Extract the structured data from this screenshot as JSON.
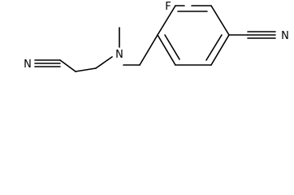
{
  "molecule": {
    "atoms": {
      "fluorine": "F",
      "amine_nitrogen": "N",
      "nitrile_left_nitrogen": "N",
      "nitrile_right_nitrogen": "N"
    },
    "colors": {
      "bond": "#000000",
      "label": "#000000",
      "background": "#ffffff"
    }
  }
}
